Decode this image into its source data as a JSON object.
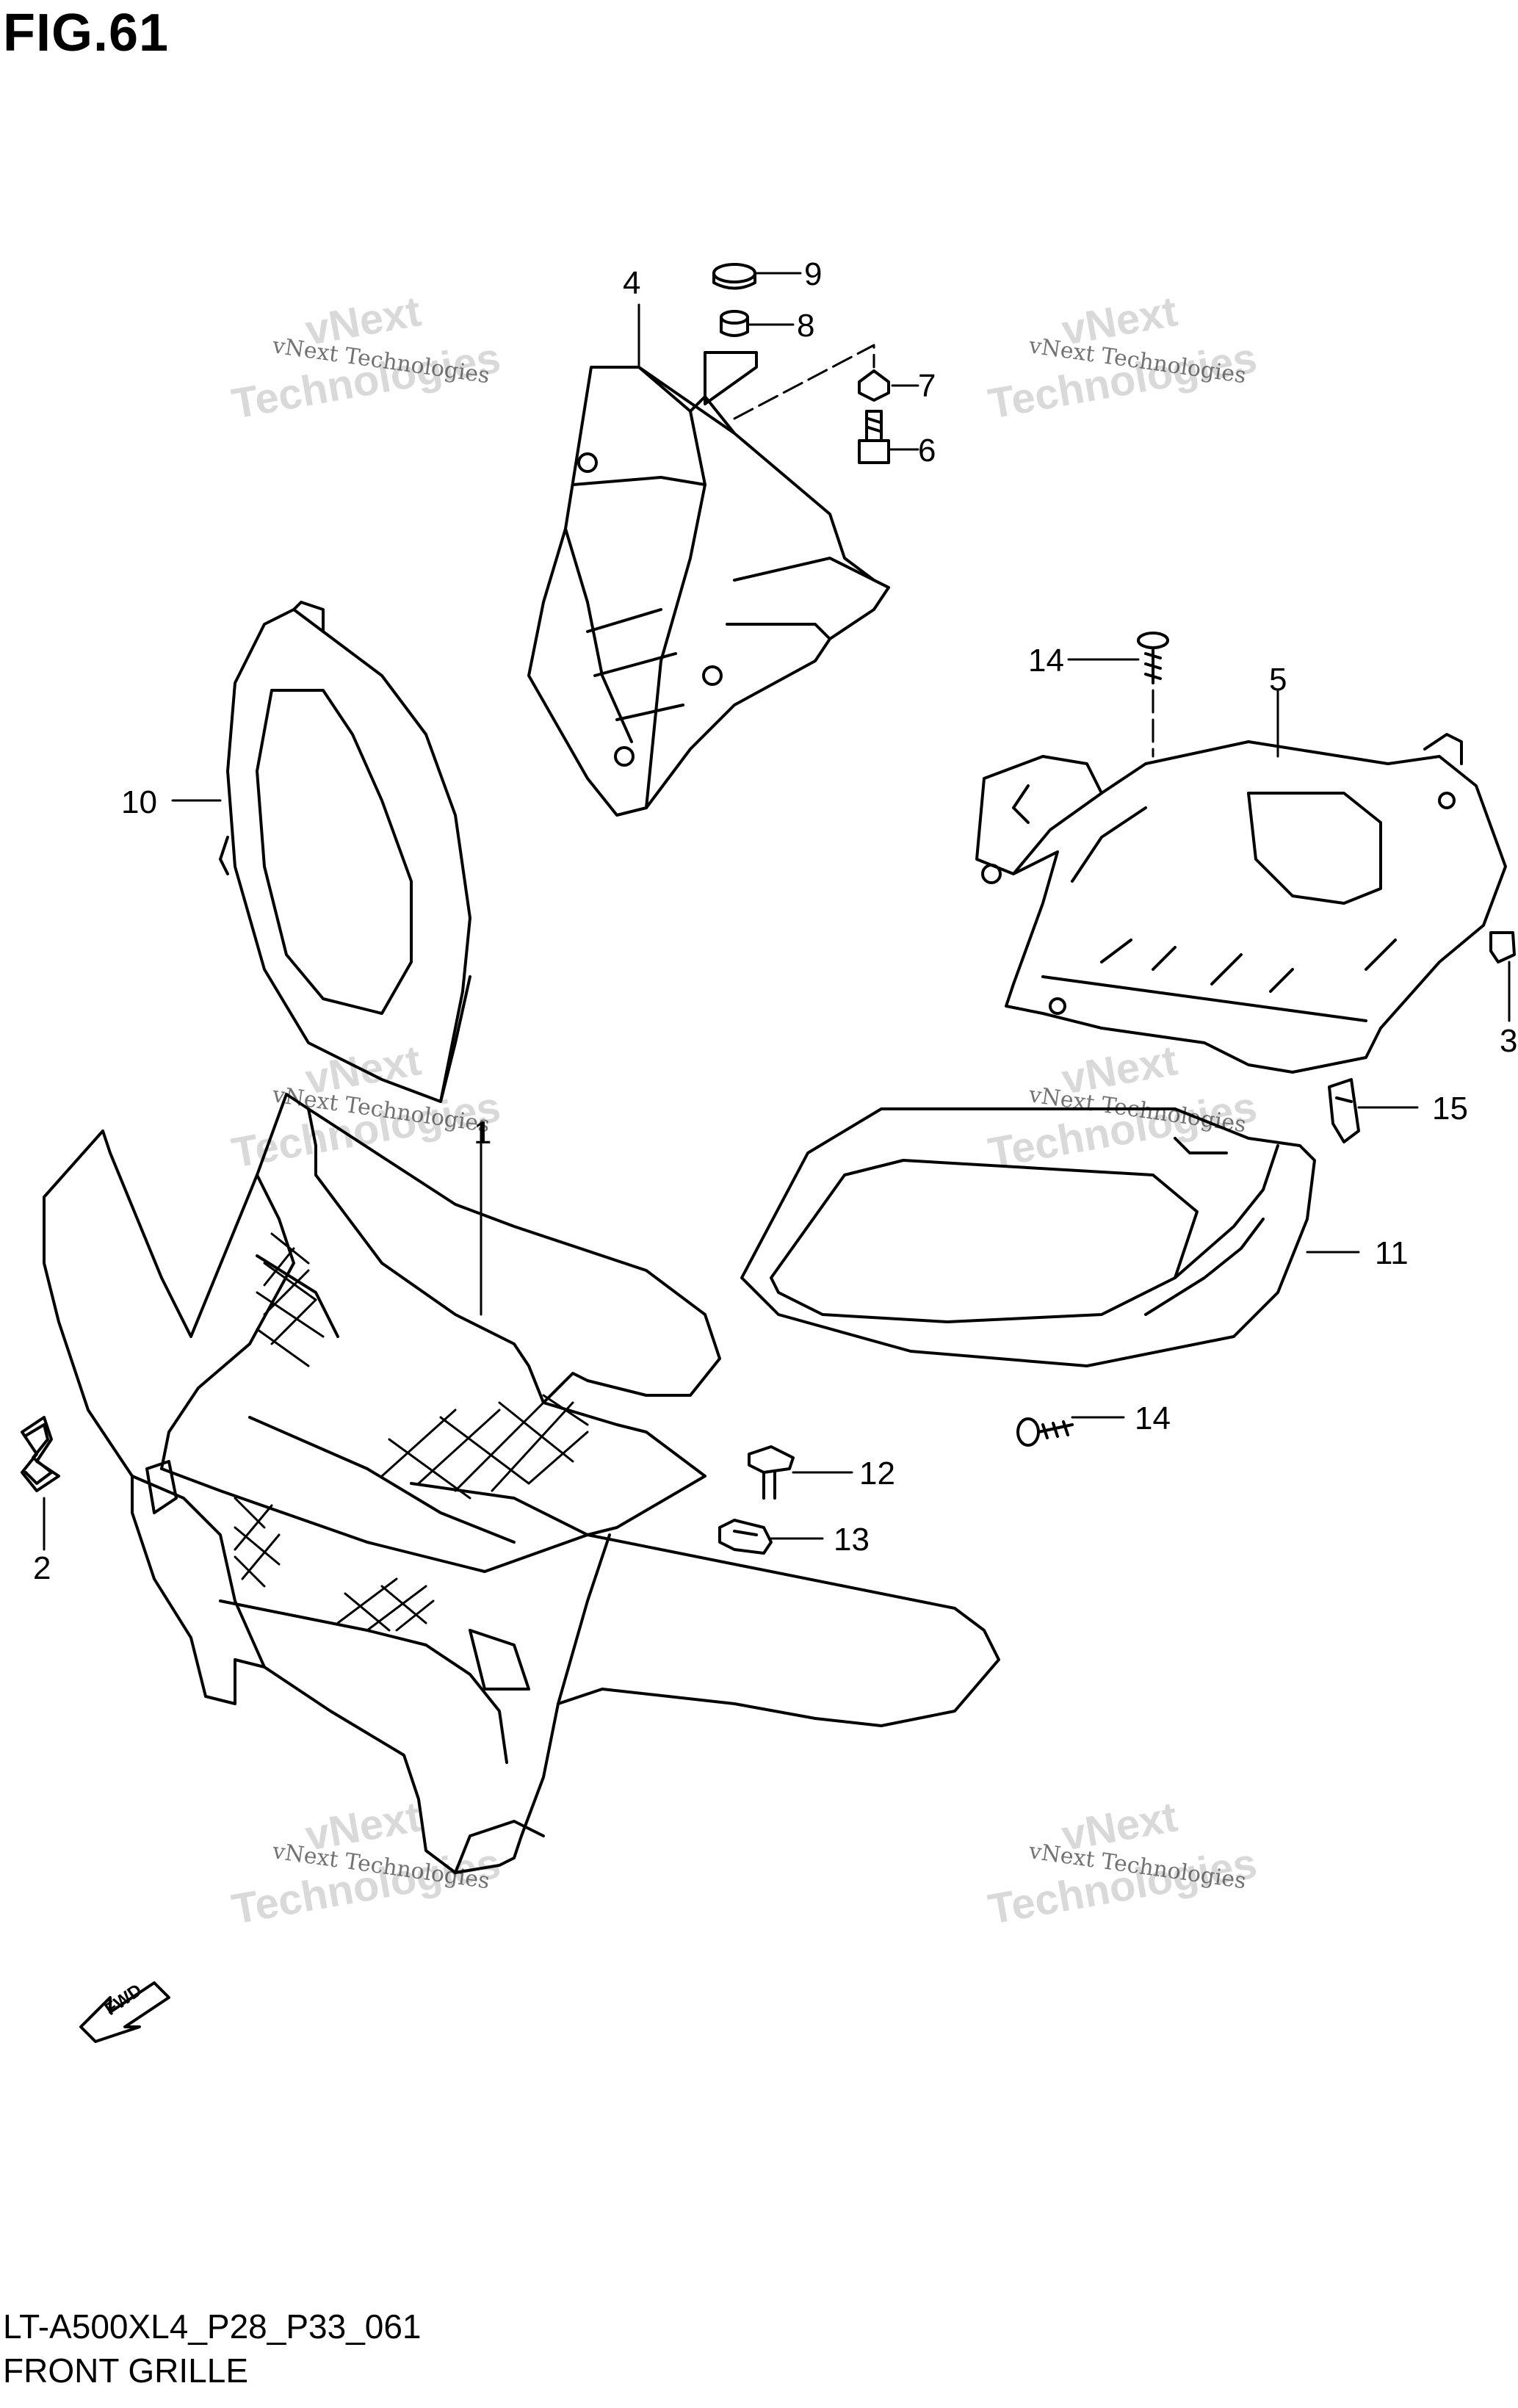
{
  "figure": {
    "title": "FIG.61",
    "code": "LT-A500XL4_P28_P33_061",
    "name": "FRONT GRILLE"
  },
  "callouts": [
    "1",
    "2",
    "3",
    "4",
    "5",
    "6",
    "7",
    "8",
    "9",
    "10",
    "11",
    "12",
    "13",
    "14",
    "14",
    "15"
  ],
  "watermark": {
    "line1": "vNext Technologies",
    "line2": "vNext",
    "line3": "Technologies"
  },
  "direction_marker": "FWD"
}
